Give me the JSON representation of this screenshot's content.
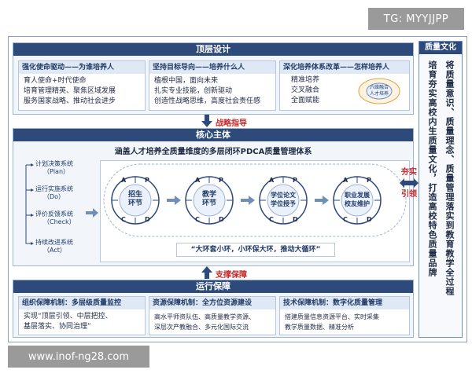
{
  "watermarks": {
    "top": "TG: MYYJJPP",
    "bottom": "www.inof-ng28.com"
  },
  "top_design": {
    "title": "顶层设计",
    "cards": [
      {
        "head": "强化使命驱动——为谁培养人",
        "lines": [
          "育人使命+时代使命",
          "培育管理精英、聚焦区域发展",
          "服务国家战略、推动社会进步"
        ]
      },
      {
        "head": "坚持目标导向——培养什么人",
        "lines": [
          "植根中国，面向未来",
          "扎实专业技能，创新驱动",
          "创造性战略思维，高度社会责任感"
        ]
      },
      {
        "head": "深化培养体系改革——怎样培养人",
        "lines": [
          "精准培养",
          "交叉融合",
          "全面赋能"
        ]
      }
    ],
    "mini_badge": "六维融合\n人才培养"
  },
  "arrow_strategy": "战略指导",
  "core": {
    "title": "核心主体",
    "subtitle": "涵盖人才培养全质量维度的多层闭环PDCA质量管理体系",
    "steps": [
      {
        "label": "计划决策系统",
        "en": "（Plan）"
      },
      {
        "label": "运行实施系统",
        "en": "（Do）"
      },
      {
        "label": "评价反馈系统",
        "en": "（Check）"
      },
      {
        "label": "持续改进系统",
        "en": "（Act）"
      }
    ],
    "loops": [
      {
        "label": "招生\n环节"
      },
      {
        "label": "教学\n环节"
      },
      {
        "label": "学位论文\n学位授予"
      },
      {
        "label": "职业发展\n校友维护"
      }
    ],
    "letters": {
      "a": "A",
      "p": "P",
      "c": "C",
      "d": "D"
    },
    "quote": "“大环套小环，小环保大环，推动大循环”"
  },
  "side_arrow": {
    "line1": "夯实",
    "line2": "引领"
  },
  "arrow_support": "支撑保障",
  "guarantee": {
    "title": "运行保障",
    "cards": [
      {
        "head": "组织保障机制：多层级质量监控",
        "lines": [
          "实现“顶层引领、中层把控、",
          "基层落实、协同治理”"
        ]
      },
      {
        "head": "资源保障机制：全方位资源建设",
        "lines": [
          "高水平师资队伍、高质量教学资源、",
          "深层次产教融合、多元化国际交流"
        ]
      },
      {
        "head": "技术保障机制：数字化质量管理",
        "lines": [
          "搭建质量信息资源平台、实时采集",
          "教学质量数据、精准分析"
        ]
      }
    ]
  },
  "quality_culture": {
    "title": "质量文化",
    "col_right": "将质量意识、质量理念、质量管理落实到教育教学全过程",
    "col_left": "培育夯实高校内生质量文化，打造高校特色质量品牌"
  }
}
